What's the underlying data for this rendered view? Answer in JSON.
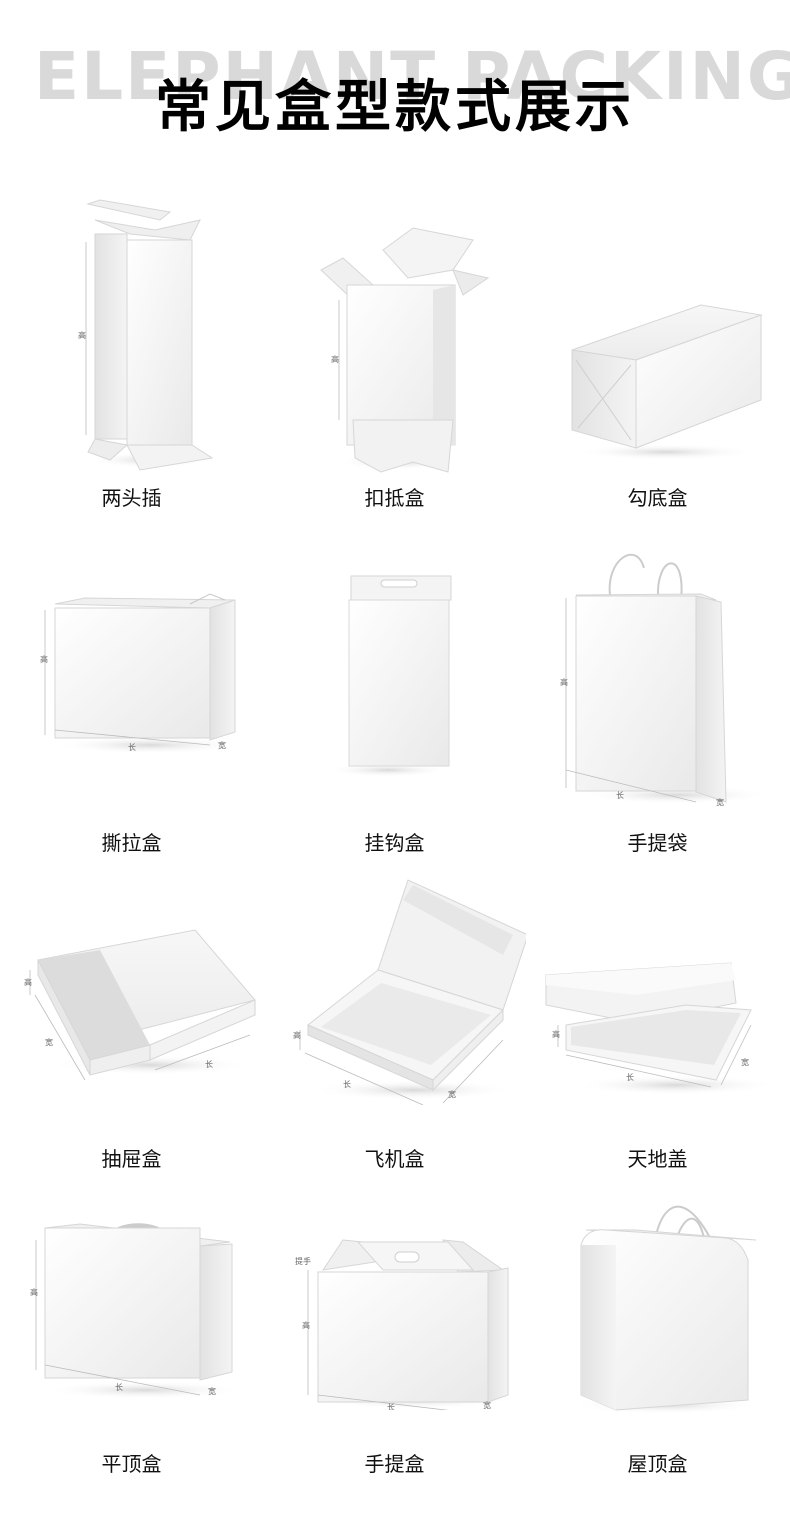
{
  "header": {
    "watermark": "ELEPHANT PACKING",
    "title": "常见盒型款式展示"
  },
  "dims": {
    "height": "高",
    "length": "长",
    "width": "宽",
    "handle": "提手"
  },
  "items": [
    {
      "label": "两头插"
    },
    {
      "label": "扣抵盒"
    },
    {
      "label": "勾底盒"
    },
    {
      "label": "撕拉盒"
    },
    {
      "label": "挂钩盒"
    },
    {
      "label": "手提袋"
    },
    {
      "label": "抽屉盒"
    },
    {
      "label": "飞机盒"
    },
    {
      "label": "天地盖"
    },
    {
      "label": "平顶盒"
    },
    {
      "label": "手提盒"
    },
    {
      "label": "屋顶盒"
    }
  ]
}
